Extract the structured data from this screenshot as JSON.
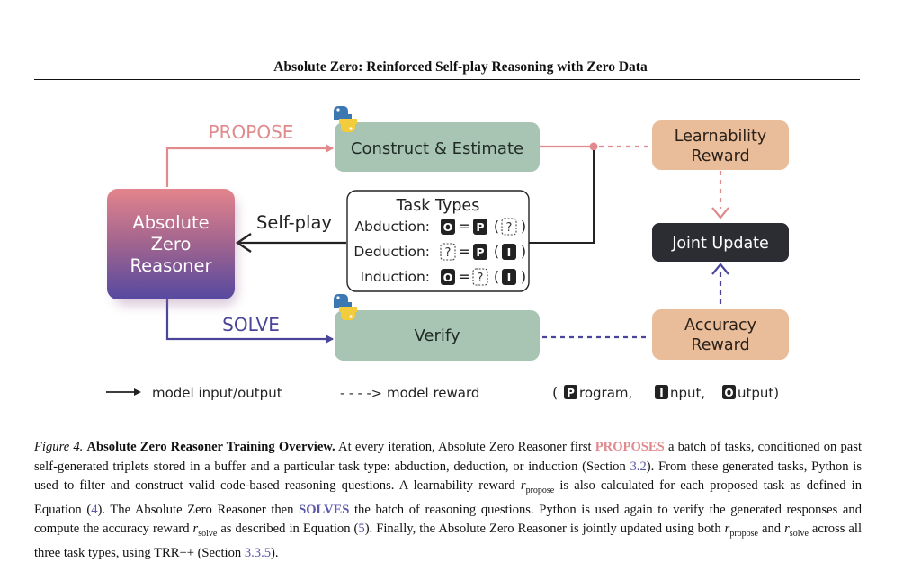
{
  "header": {
    "title": "Absolute Zero: Reinforced Self-play Reasoning with Zero Data"
  },
  "diagram": {
    "reasoner_lines": [
      "Absolute",
      "Zero",
      "Reasoner"
    ],
    "propose_label": "PROPOSE",
    "solve_label": "SOLVE",
    "selfplay_label": "Self-play",
    "construct_label": "Construct & Estimate",
    "verify_label": "Verify",
    "learnability_lines": [
      "Learnability",
      "Reward"
    ],
    "accuracy_lines": [
      "Accuracy",
      "Reward"
    ],
    "joint_update_label": "Joint Update",
    "task_types": {
      "title": "Task Types",
      "rows": [
        {
          "label": "Abduction:",
          "glyphs": [
            "O",
            "=",
            "P",
            "(",
            "?",
            ")"
          ]
        },
        {
          "label": "Deduction:",
          "glyphs": [
            "?",
            "=",
            "P",
            "(",
            "I",
            ")"
          ]
        },
        {
          "label": "Induction:",
          "glyphs": [
            "O",
            "=",
            "?",
            "(",
            "I",
            ")"
          ]
        }
      ]
    },
    "legend": {
      "solid": "model input/output",
      "dashed_arrow_text": "- - - ->",
      "dashed": "model reward",
      "open_paren": "(",
      "program_key": "P",
      "program_rest": "rogram,",
      "input_key": "I",
      "input_rest": "nput,",
      "output_key": "O",
      "output_rest": "utput)"
    },
    "colors": {
      "propose": "#e08a8d",
      "solve": "#4a4598",
      "green_box": "#a8c4b2",
      "orange_box": "#e9bc9a",
      "dark_box": "#2b2d33",
      "reasoner_top": "#e0808a",
      "reasoner_bottom": "#5a4ea0"
    }
  },
  "caption": {
    "fig_label": "Figure 4.",
    "fig_title": "Absolute Zero Reasoner Training Overview.",
    "t1": " At every iteration, Absolute Zero Reasoner first ",
    "proposes": "PROPOSES",
    "t2": " a batch of tasks, conditioned on past self-generated triplets stored in a buffer and a particular task type: abduction, deduction, or induction (Section ",
    "ref1": "3.2",
    "t3": "). From these generated tasks, Python is used to filter and construct valid code-based reasoning questions. A learnability reward ",
    "r": "r",
    "sub_propose": "propose",
    "t4": " is also calculated for each proposed task as defined in Equation (",
    "ref2": "4",
    "t5": "). The Absolute Zero Reasoner then ",
    "solves": "SOLVES",
    "t6": " the batch of reasoning questions. Python is used again to verify the generated responses and compute the accuracy reward ",
    "sub_solve": "solve",
    "t7": " as described in Equation (",
    "ref3": "5",
    "t8": "). Finally, the Absolute Zero Reasoner is jointly updated using both ",
    "t9": " and ",
    "t10": " across all three task types, using TRR++ (Section ",
    "ref4": "3.3.5",
    "t11": ")."
  }
}
